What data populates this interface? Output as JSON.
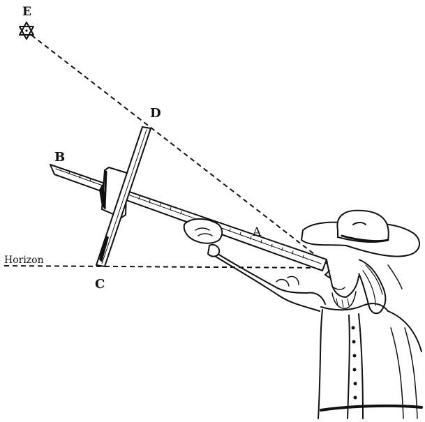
{
  "labels": {
    "E": "E",
    "D": "D",
    "B": "B",
    "A": "A",
    "C": "C",
    "horizon": "Horizon"
  },
  "colors": {
    "ink": "#111111",
    "paper": "#ffffff"
  },
  "icons": {
    "star": "star-of-david-icon"
  }
}
